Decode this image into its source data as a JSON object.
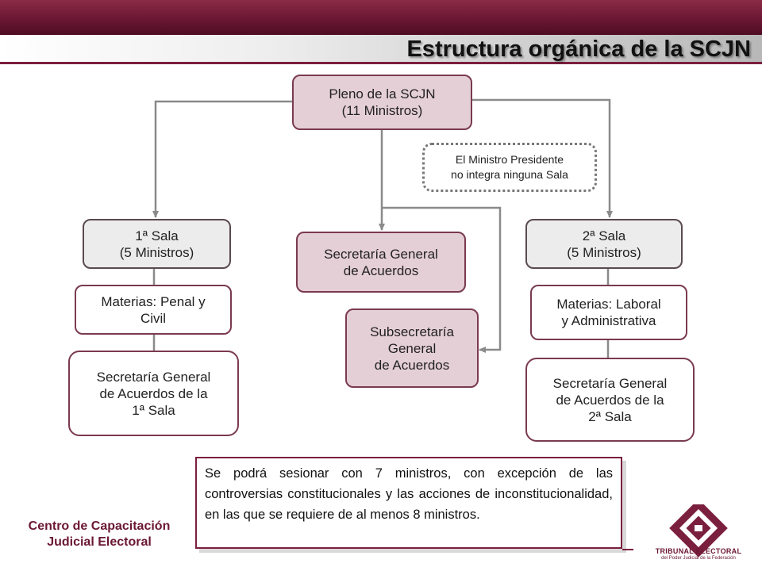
{
  "header": {
    "title": "Estructura orgánica de la SCJN"
  },
  "diagram": {
    "pleno": "Pleno de la SCJN\n(11 Ministros)",
    "note": "El Ministro Presidente\nno integra ninguna Sala",
    "sala1": "1ª Sala\n(5 Ministros)",
    "sala2": "2ª Sala\n(5 Ministros)",
    "secretaria_general": "Secretaría General\nde Acuerdos",
    "subsecretaria": "Subsecretaría\nGeneral\nde Acuerdos",
    "materias1": "Materias: Penal y\nCivil",
    "materias2": "Materias: Laboral\ny Administrativa",
    "sec_sala1": "Secretaría General\nde Acuerdos de la\n1ª Sala",
    "sec_sala2": "Secretaría General\nde Acuerdos de la\n2ª Sala"
  },
  "info_text": "Se podrá sesionar con 7 ministros, con excepción de las controversias constitucionales y las acciones de inconstitucionalidad, en las que se requiere de al menos 8 ministros.",
  "footer": {
    "center_name": "Centro de Capacitación\nJudicial Electoral",
    "logo_name": "TRIBUNAL ELECTORAL",
    "logo_subtitle": "del Poder Judicial de la Federación"
  },
  "colors": {
    "brand": "#6b1733",
    "box_pink": "#e5cfd6",
    "box_gray": "#ececec",
    "connector": "#8a8a8a"
  },
  "icons": {
    "logo": "tribunal-electoral-logo"
  }
}
